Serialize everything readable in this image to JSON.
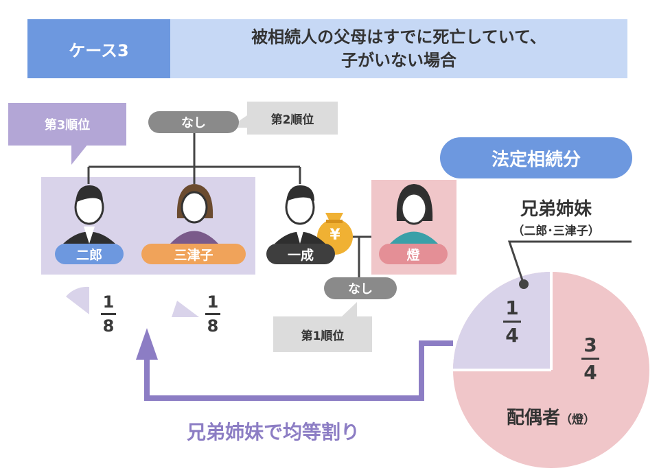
{
  "header": {
    "case_label": "ケース3",
    "title_line1": "被相続人の父母はすでに死亡していて、",
    "title_line2": "子がいない場合"
  },
  "labels": {
    "rank3": "第3順位",
    "rank2": "第2順位",
    "rank1": "第1順位",
    "none_parents": "なし",
    "none_children": "なし",
    "statutory_share": "法定相続分",
    "siblings_title": "兄弟姉妹",
    "siblings_sub": "（二郎･三津子）",
    "spouse_label": "配偶者",
    "spouse_sub": "（燈）",
    "split_note": "兄弟姉妹で均等割り",
    "yen": "¥"
  },
  "people": {
    "jiro": "二郎",
    "mitsuko": "三津子",
    "kazunari": "一成",
    "akari": "燈"
  },
  "shares": {
    "jiro": {
      "num": "1",
      "den": "8"
    },
    "mitsuko": {
      "num": "1",
      "den": "8"
    },
    "siblings": {
      "num": "1",
      "den": "4"
    },
    "spouse": {
      "num": "3",
      "den": "4"
    }
  },
  "colors": {
    "blue": "#6d98df",
    "lavender": "#d9d3ea",
    "purple": "#8c7dc4",
    "pink": "#f0c6c9",
    "pink_pill": "#e48f96",
    "orange": "#f0a35a",
    "dark": "#3e3e3e",
    "grey": "#8a8a8a"
  }
}
